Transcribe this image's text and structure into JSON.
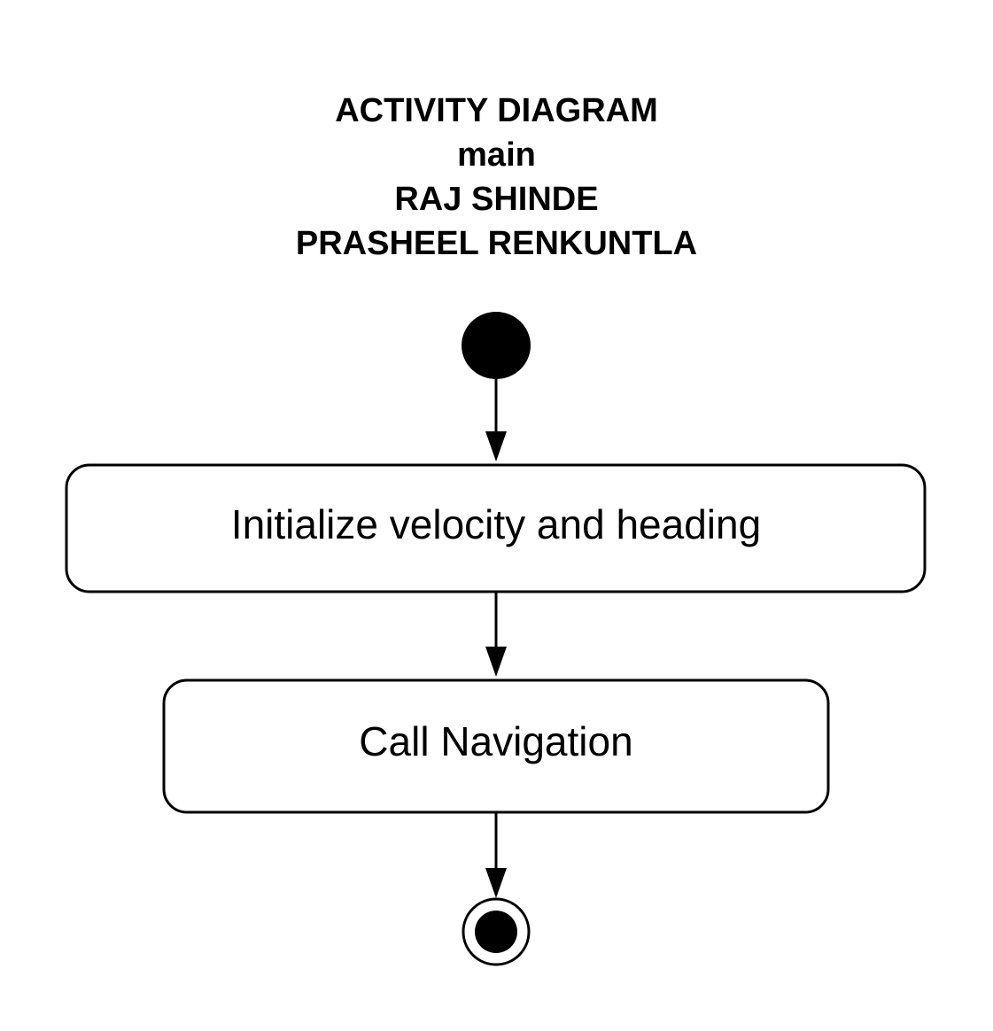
{
  "title": {
    "lines": [
      "ACTIVITY DIAGRAM",
      "main",
      "RAJ SHINDE",
      "PRASHEEL RENKUNTLA"
    ]
  },
  "diagram": {
    "type": "activity",
    "nodes": [
      {
        "id": "start",
        "kind": "initial"
      },
      {
        "id": "init",
        "kind": "action",
        "label": "Initialize velocity and heading"
      },
      {
        "id": "nav",
        "kind": "action",
        "label": "Call Navigation"
      },
      {
        "id": "end",
        "kind": "final"
      }
    ],
    "edges": [
      {
        "from": "start",
        "to": "init"
      },
      {
        "from": "init",
        "to": "nav"
      },
      {
        "from": "nav",
        "to": "end"
      }
    ],
    "colors": {
      "stroke": "#000000",
      "fill": "#ffffff",
      "marker": "#000000"
    }
  }
}
